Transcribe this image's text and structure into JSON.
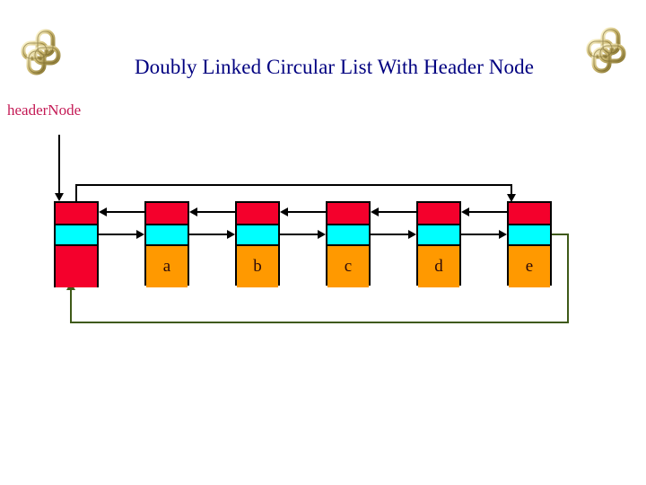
{
  "slide": {
    "title": "Doubly Linked Circular List With Header Node",
    "title_color": "#000080",
    "background": "#ffffff"
  },
  "decorations": [
    {
      "name": "chain-knot-left",
      "glyph": "chain-link-knot",
      "color": "#c9b875"
    },
    {
      "name": "chain-knot-right",
      "glyph": "chain-link-knot",
      "color": "#c9b875"
    }
  ],
  "labels": {
    "header_pointer": "headerNode",
    "header_pointer_color": "#c41a55"
  },
  "diagram": {
    "type": "doubly-linked-circular-list",
    "node_colors": {
      "prev_field": "#f4002c",
      "next_field": "#00ffff",
      "data_field": "#ff9900",
      "header_data_field": "#f4002c",
      "border": "#000000"
    },
    "link_colors": {
      "forward_and_back": "#000000",
      "wrap_around": "#3f5a18"
    },
    "nodes": [
      {
        "id": "header",
        "label": "",
        "is_header": true
      },
      {
        "id": "a",
        "label": "a",
        "is_header": false
      },
      {
        "id": "b",
        "label": "b",
        "is_header": false
      },
      {
        "id": "c",
        "label": "c",
        "is_header": false
      },
      {
        "id": "d",
        "label": "d",
        "is_header": false
      },
      {
        "id": "e",
        "label": "e",
        "is_header": false
      }
    ],
    "field_order": [
      "prev",
      "next",
      "data"
    ],
    "links": [
      {
        "from": "headerNode-variable",
        "to": "header",
        "style": "solid-black",
        "direction": "down"
      },
      {
        "from": "header.prev",
        "to": "e",
        "style": "solid-black",
        "direction": "over-the-top"
      },
      {
        "from": "a.prev",
        "to": "header",
        "style": "solid-black",
        "direction": "left"
      },
      {
        "from": "b.prev",
        "to": "a",
        "style": "solid-black",
        "direction": "left"
      },
      {
        "from": "c.prev",
        "to": "b",
        "style": "solid-black",
        "direction": "left"
      },
      {
        "from": "d.prev",
        "to": "c",
        "style": "solid-black",
        "direction": "left"
      },
      {
        "from": "e.prev",
        "to": "d",
        "style": "solid-black",
        "direction": "left"
      },
      {
        "from": "header.next",
        "to": "a",
        "style": "solid-black",
        "direction": "right"
      },
      {
        "from": "a.next",
        "to": "b",
        "style": "solid-black",
        "direction": "right"
      },
      {
        "from": "b.next",
        "to": "c",
        "style": "solid-black",
        "direction": "right"
      },
      {
        "from": "c.next",
        "to": "d",
        "style": "solid-black",
        "direction": "right"
      },
      {
        "from": "d.next",
        "to": "e",
        "style": "solid-black",
        "direction": "right"
      },
      {
        "from": "e.next",
        "to": "header",
        "style": "solid-green",
        "direction": "under-the-bottom"
      }
    ]
  }
}
